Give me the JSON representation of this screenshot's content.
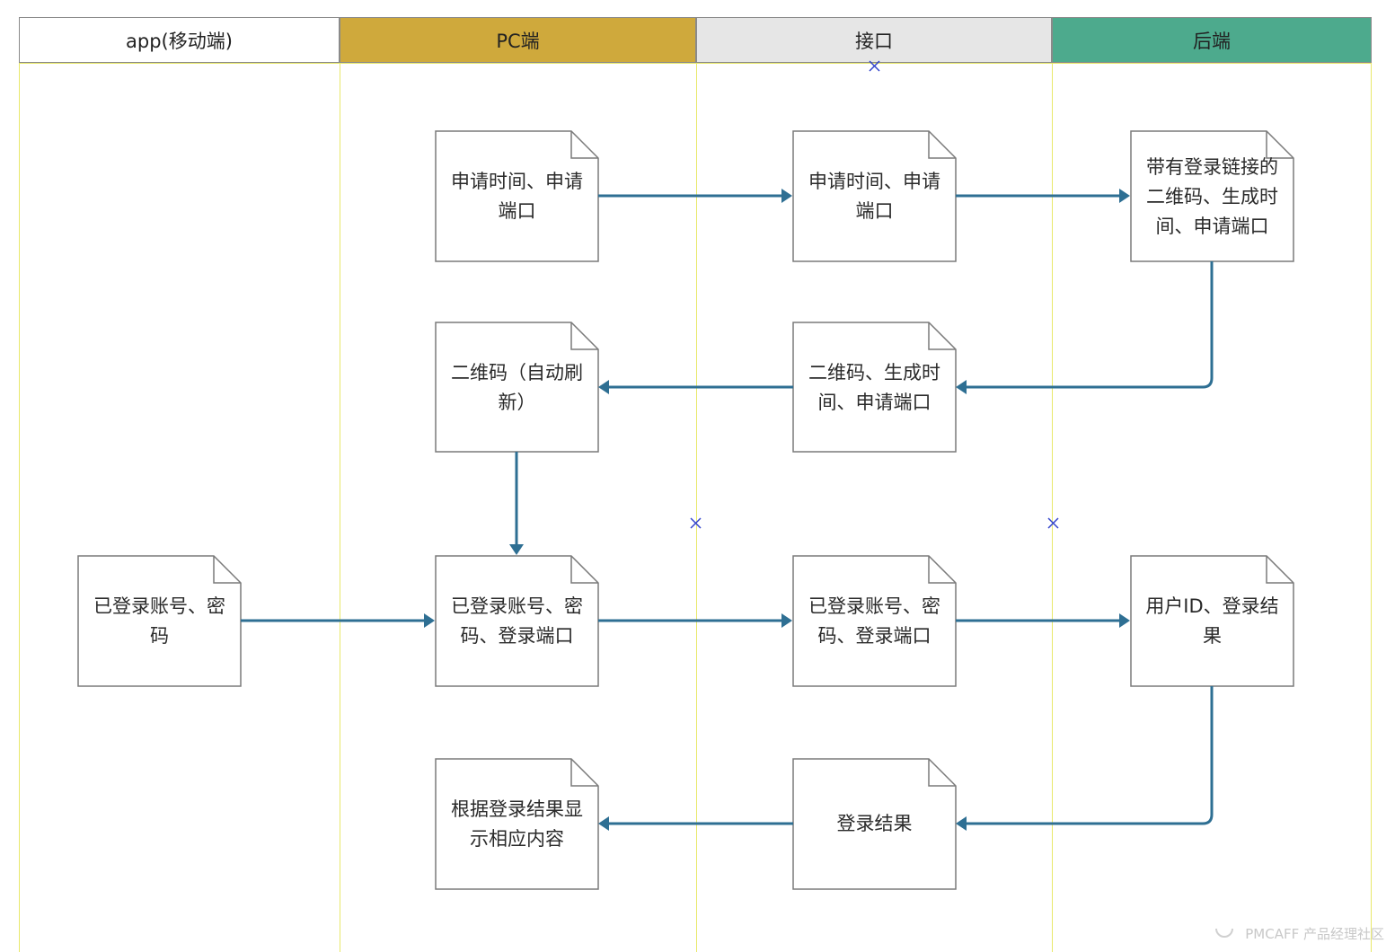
{
  "lanes": [
    {
      "id": "app",
      "label": "app(移动端)",
      "color": "#ffffff"
    },
    {
      "id": "pc",
      "label": "PC端",
      "color": "#cfa93c"
    },
    {
      "id": "api",
      "label": "接口",
      "color": "#e6e6e6"
    },
    {
      "id": "backend",
      "label": "后端",
      "color": "#4daa8d"
    }
  ],
  "nodes": {
    "pc_request": "申请时间、申请\n端口",
    "api_request": "申请时间、申请\n端口",
    "backend_qr": "带有登录链接的\n二维码、生成时\n间、申请端口",
    "pc_qr": "二维码（自动刷\n新）",
    "api_qr": "二维码、生成时\n间、申请端口",
    "app_account": "已登录账号、密\n码",
    "pc_account": "已登录账号、密\n码、登录端口",
    "api_account": "已登录账号、密\n码、登录端口",
    "backend_result": "用户ID、登录结\n果",
    "pc_display": "根据登录结果显\n示相应内容",
    "api_result": "登录结果"
  },
  "style": {
    "arrow_color": "#2e6f93",
    "doc_border": "#7a7a7a",
    "lane_line": "#e8e86a",
    "marker_color": "#3344cc"
  },
  "watermark": "PMCAFF 产品经理社区"
}
